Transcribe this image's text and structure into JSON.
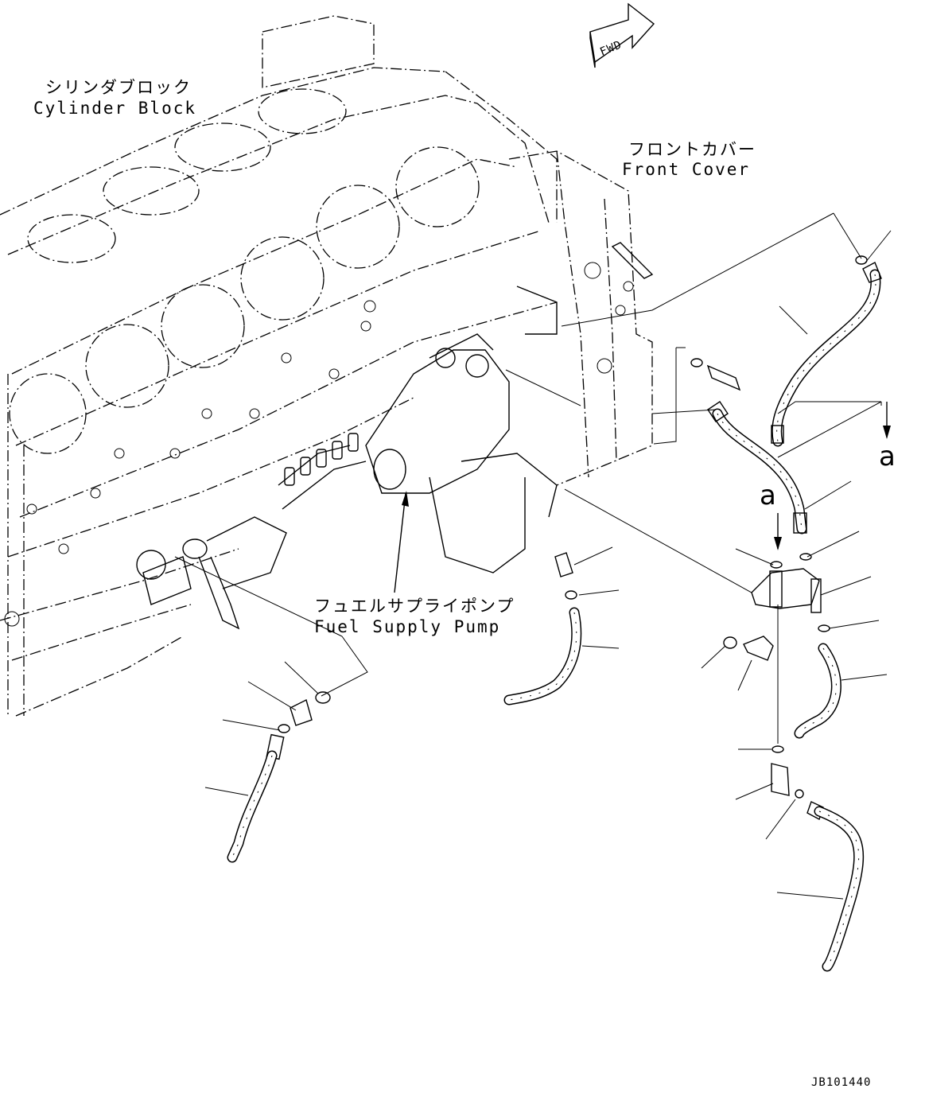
{
  "labels": {
    "cylinder_block_jp": "シリンダブロック",
    "cylinder_block_en": "Cylinder Block",
    "front_cover_jp": "フロントカバー",
    "front_cover_en": "Front Cover",
    "fuel_pump_jp": "フュエルサプライポンプ",
    "fuel_pump_en": "Fuel Supply Pump",
    "fwd": "FWD",
    "view_a_top": "a",
    "view_a_bottom": "a",
    "figure_code": "JB101440"
  }
}
